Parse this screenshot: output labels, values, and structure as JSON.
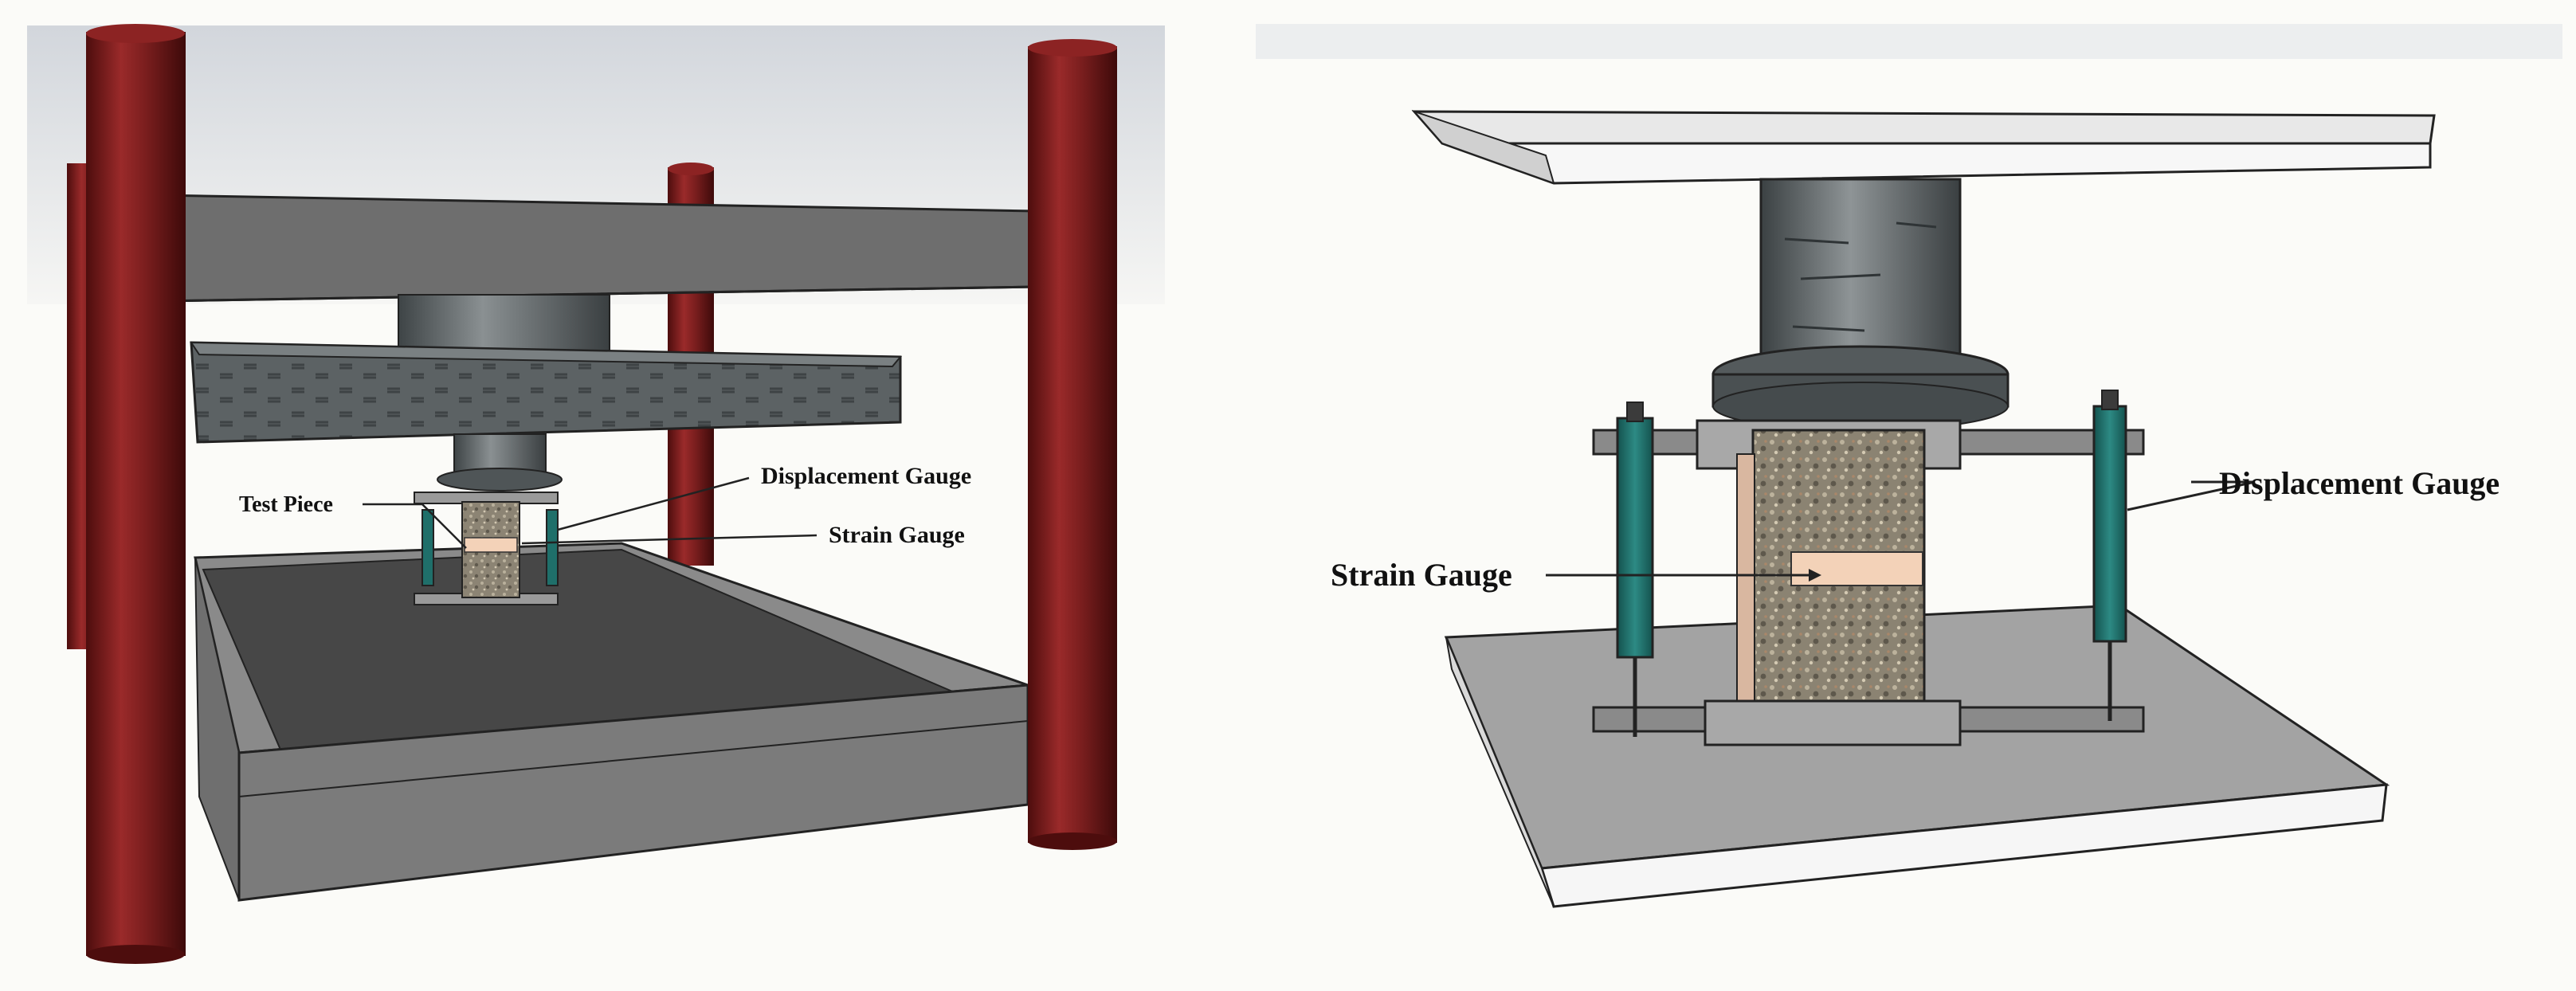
{
  "left_panel": {
    "labels": {
      "test_piece": "Test Piece",
      "displacement_gauge": "Displacement Gauge",
      "strain_gauge": "Strain Gauge"
    }
  },
  "right_panel": {
    "labels": {
      "strain_gauge": "Strain Gauge",
      "displacement_gauge": "Displacement Gauge"
    }
  },
  "colors": {
    "frame_column": "#7a1e1e",
    "steel_plate": "#6e6e6e",
    "bed_plate": "#4a4a4a",
    "gauge_body": "#1f6f6a",
    "strain_gauge": "#f3d2b8",
    "platen_white": "#f4f4f4"
  }
}
